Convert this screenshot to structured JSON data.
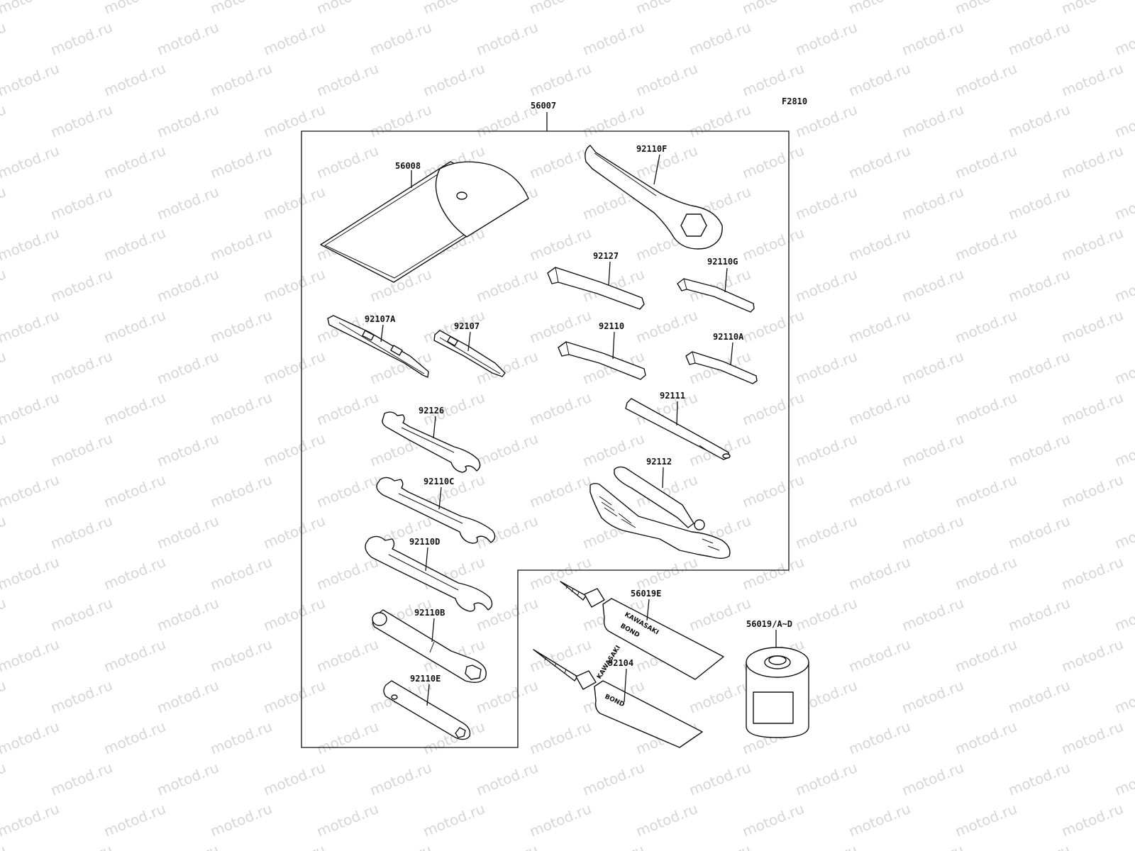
{
  "diagram": {
    "figure_code": "F2810",
    "kit_label": "56007",
    "labels": {
      "p56008": "56008",
      "p92110F": "92110F",
      "p92127": "92127",
      "p92110G": "92110G",
      "p92107A": "92107A",
      "p92107": "92107",
      "p92110": "92110",
      "p92110A": "92110A",
      "p92111": "92111",
      "p92126": "92126",
      "p92112": "92112",
      "p92110C": "92110C",
      "p92110D": "92110D",
      "p56019E": "56019E",
      "p56019AD": "56019/A~D",
      "p92110B": "92110B",
      "p92104": "92104",
      "p92110E": "92110E"
    },
    "tube_print": {
      "brand": "KAWASAKI",
      "product": "BOND"
    },
    "watermark": "motod.ru"
  }
}
